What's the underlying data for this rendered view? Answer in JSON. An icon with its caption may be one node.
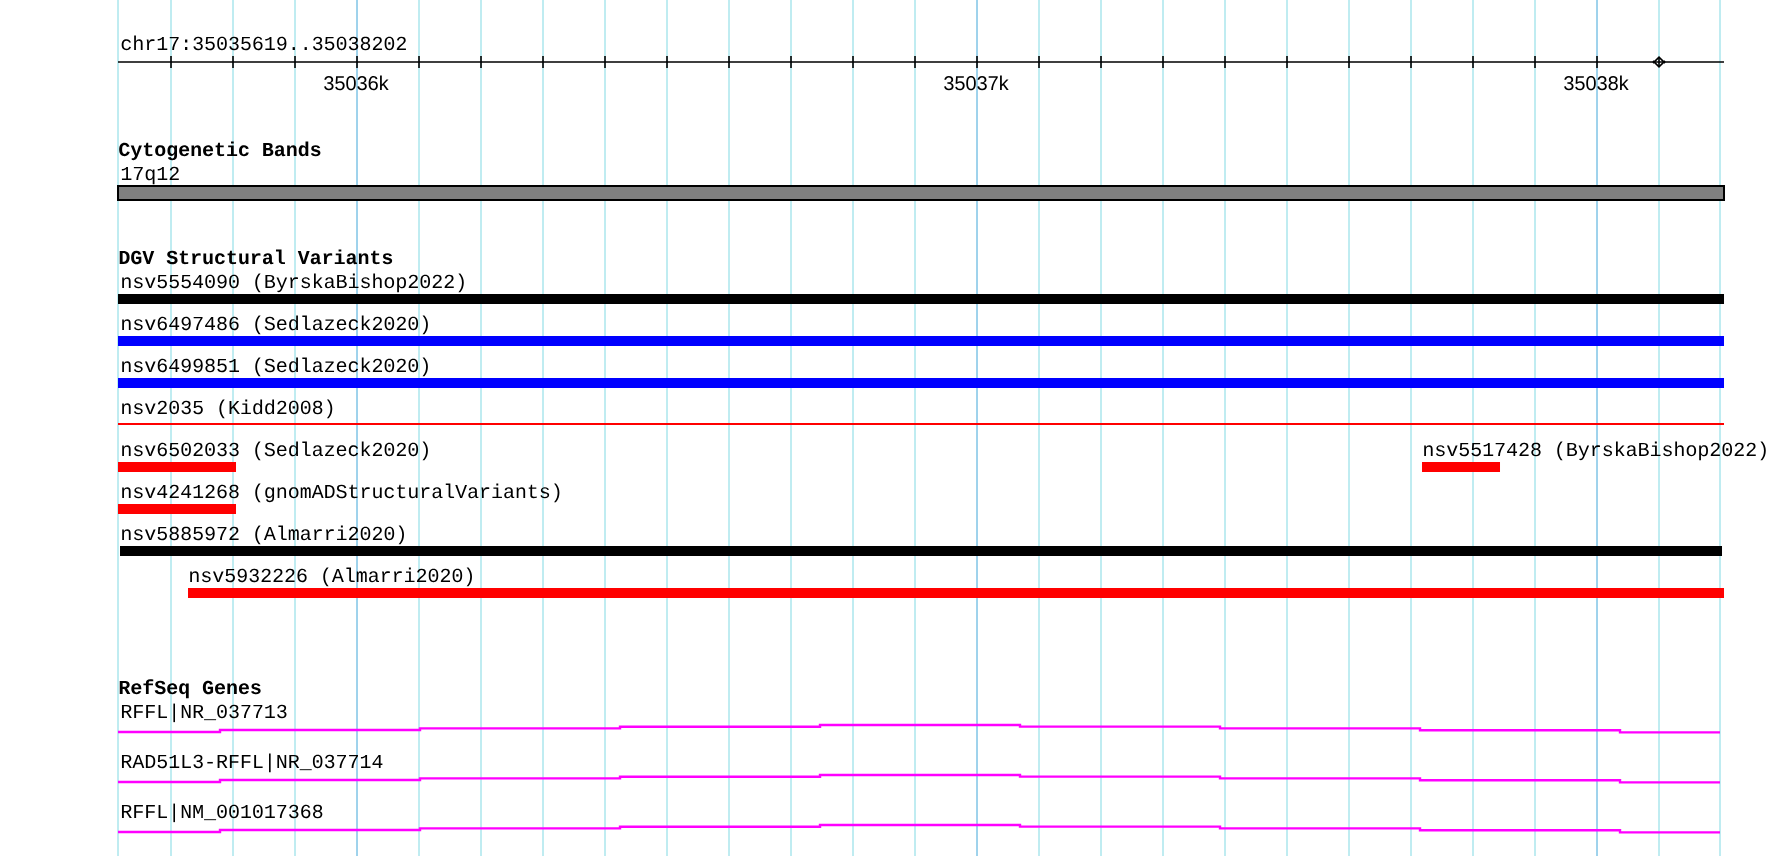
{
  "diagram": {
    "nodes": [
      {
        "text": [
          "17q12"
        ]
      },
      {
        "text": [
          "nsv5554090 (ByrskaBishop2022)"
        ]
      },
      {
        "text": [
          "nsv6497486 (Sedlazeck2020)"
        ]
      },
      {
        "text": [
          "nsv6499851 (Sedlazeck2020)"
        ]
      },
      {
        "text": [
          "nsv2035 (Kidd2008)"
        ]
      },
      {
        "text": [
          "nsv6502033 (Sedlazeck2020)"
        ]
      },
      {
        "text": [
          "nsv5517428 (ByrskaBishop2022)"
        ]
      },
      {
        "text": [
          "nsv4241268 (gnomADStructuralVariants)"
        ]
      },
      {
        "text": [
          "nsv5885972 (Almarri2020)"
        ]
      },
      {
        "text": [
          "nsv5932226 (Almarri2020)"
        ]
      },
      {
        "text": [
          "RFFL|NR_037713"
        ]
      },
      {
        "text": [
          "RAD51L3-RFFL|NR_037714"
        ]
      },
      {
        "text": [
          "RFFL|NM_001017368"
        ]
      }
    ],
    "labels": [
      "chr17:35035619..35038202",
      "35036k",
      "35037k",
      "35038k",
      "Cytogenetic Bands",
      "DGV Structural Variants",
      "RefSeq Genes"
    ]
  }
}
